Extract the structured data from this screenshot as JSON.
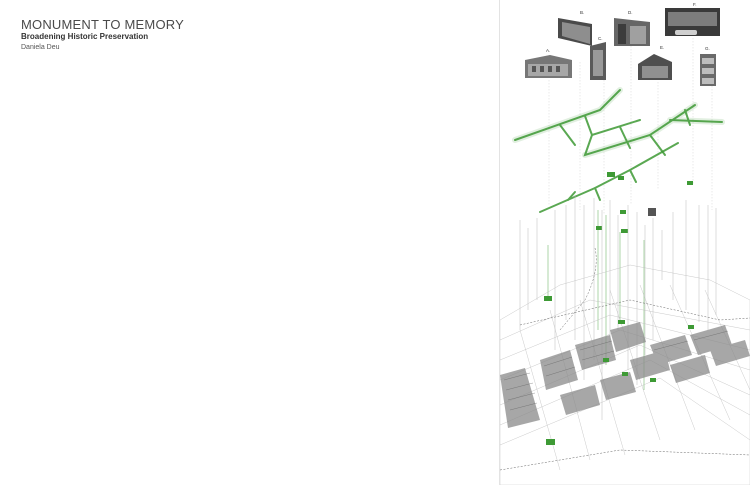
{
  "document": {
    "title": "MONUMENT TO MEMORY",
    "subtitle": "Broadening Historic Preservation",
    "author": "Daniela Deu"
  },
  "photos": [
    {
      "label": "A."
    },
    {
      "label": "B."
    },
    {
      "label": "C."
    },
    {
      "label": "D."
    },
    {
      "label": "E."
    },
    {
      "label": "F."
    },
    {
      "label": "G."
    }
  ],
  "colors": {
    "accent_green": "#3e9a35",
    "linework": "#bdbdbd",
    "dark_fill": "#8a8a8a"
  }
}
